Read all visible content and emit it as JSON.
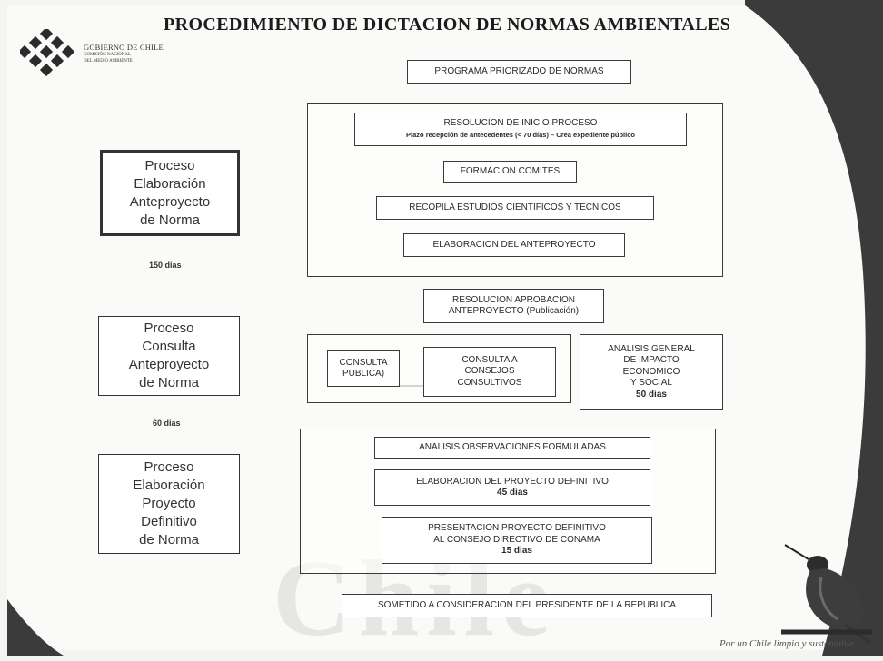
{
  "title": "PROCEDIMIENTO DE DICTACION DE NORMAS AMBIENTALES",
  "org": {
    "name": "GOBIERNO DE CHILE",
    "subtitle_line1": "COMISIÓN NACIONAL",
    "subtitle_line2": "DEL MEDIO AMBIENTE"
  },
  "phases": [
    {
      "lines": [
        "Proceso",
        "Elaboración",
        "Anteproyecto",
        "de Norma"
      ],
      "days": "150 dias"
    },
    {
      "lines": [
        "Proceso",
        "Consulta",
        "Anteproyecto",
        "de Norma"
      ],
      "days": "60 dias"
    },
    {
      "lines": [
        "Proceso",
        "Elaboración",
        "Proyecto",
        "Definitivo",
        "de Norma"
      ]
    }
  ],
  "steps": {
    "programa": "PROGRAMA PRIORIZADO DE NORMAS",
    "resolucion_inicio": "RESOLUCION DE INICIO PROCESO",
    "resolucion_inicio_sub": "Plazo recepción de antecedentes (< 70 días) – Crea expediente público",
    "formacion": "FORMACION COMITES",
    "recopila": "RECOPILA ESTUDIOS CIENTIFICOS Y TECNICOS",
    "elab_anteproyecto": "ELABORACION DEL ANTEPROYECTO",
    "aprobacion_line1": "RESOLUCION APROBACION",
    "aprobacion_line2": "ANTEPROYECTO (Publicación)",
    "consulta_publica_line1": "CONSULTA",
    "consulta_publica_line2": "PUBLICA)",
    "consulta_consejos_line1": "CONSULTA A",
    "consulta_consejos_line2": "CONSEJOS",
    "consulta_consejos_line3": "CONSULTIVOS",
    "analisis_line1": "ANALISIS GENERAL",
    "analisis_line2": "DE IMPACTO",
    "analisis_line3": "ECONOMICO",
    "analisis_line4": "Y SOCIAL",
    "analisis_days": "50 dias",
    "observaciones": "ANALISIS OBSERVACIONES FORMULADAS",
    "elab_proyecto": "ELABORACION DEL PROYECTO DEFINITIVO",
    "elab_proyecto_days": "45 dias",
    "presentacion_line1": "PRESENTACION PROYECTO DEFINITIVO",
    "presentacion_line2": "AL CONSEJO DIRECTIVO DE CONAMA",
    "presentacion_days": "15 dias",
    "sometido": "SOMETIDO A CONSIDERACION DEL PRESIDENTE DE LA REPUBLICA"
  },
  "watermark": "Chile",
  "slogan": "Por un Chile limpio y sustentable"
}
